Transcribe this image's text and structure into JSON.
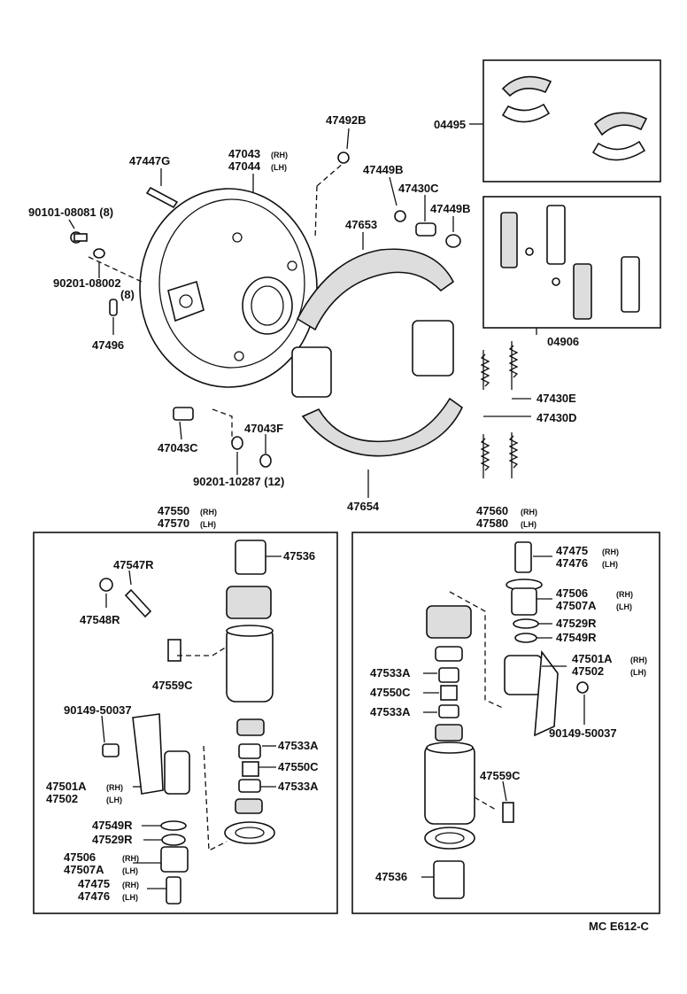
{
  "diagram_code": "MC  E612-C",
  "top_labels": {
    "p47492B": "47492B",
    "p47447G": "47447G",
    "p47043": "47043",
    "p47043_tag": "(RH)",
    "p47044": "47044",
    "p47044_tag": "(LH)",
    "p04495": "04495",
    "p47449B_a": "47449B",
    "p47430C": "47430C",
    "p47449B_b": "47449B",
    "p90101": "90101-08081 (8)",
    "p47653": "47653",
    "p90201a": "90201-08002",
    "p90201a_qty": "(8)",
    "p47496": "47496",
    "p04906": "04906",
    "p47430E": "47430E",
    "p47430D": "47430D",
    "p47043F": "47043F",
    "p47043C": "47043C",
    "p90201b": "90201-10287 (12)",
    "p47654": "47654"
  },
  "left_kit": {
    "header1": "47550",
    "header1_tag": "(RH)",
    "header2": "47570",
    "header2_tag": "(LH)",
    "p47536": "47536",
    "p47547R": "47547R",
    "p47548R": "47548R",
    "p47559C": "47559C",
    "p90149": "90149-50037",
    "p47533A_a": "47533A",
    "p47550C": "47550C",
    "p47533A_b": "47533A",
    "p47501A": "47501A",
    "p47501A_tag": "(RH)",
    "p47502": "47502",
    "p47502_tag": "(LH)",
    "p47549R": "47549R",
    "p47529R": "47529R",
    "p47506": "47506",
    "p47506_tag": "(RH)",
    "p47507A": "47507A",
    "p47507A_tag": "(LH)",
    "p47475": "47475",
    "p47475_tag": "(RH)",
    "p47476": "47476",
    "p47476_tag": "(LH)"
  },
  "right_kit": {
    "header1": "47560",
    "header1_tag": "(RH)",
    "header2": "47580",
    "header2_tag": "(LH)",
    "p47475": "47475",
    "p47475_tag": "(RH)",
    "p47476": "47476",
    "p47476_tag": "(LH)",
    "p47506": "47506",
    "p47506_tag": "(RH)",
    "p47507A": "47507A",
    "p47507A_tag": "(LH)",
    "p47529R": "47529R",
    "p47549R": "47549R",
    "p47533A_a": "47533A",
    "p47501A": "47501A",
    "p47501A_tag": "(RH)",
    "p47502": "47502",
    "p47502_tag": "(LH)",
    "p47550C": "47550C",
    "p47533A_b": "47533A",
    "p90149": "90149-50037",
    "p47559C": "47559C",
    "p47536": "47536"
  }
}
